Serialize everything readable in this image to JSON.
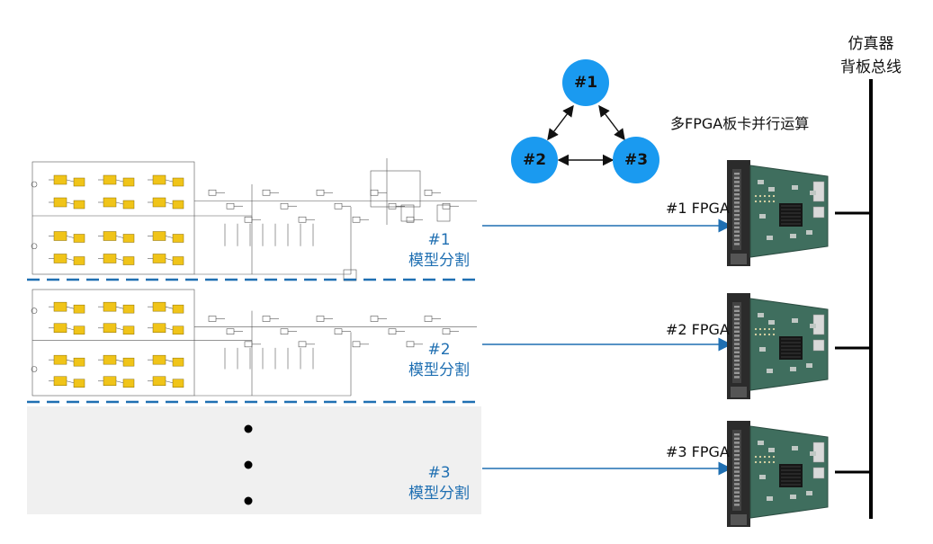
{
  "ring": {
    "title": "多FPGA板卡并行运算",
    "nodes": [
      "#1",
      "#2",
      "#3"
    ]
  },
  "partitions": [
    {
      "id": "#1",
      "label": "模型分割"
    },
    {
      "id": "#2",
      "label": "模型分割"
    },
    {
      "id": "#3",
      "label": "模型分割"
    }
  ],
  "fpga_boards": [
    {
      "label": "#1 FPGA"
    },
    {
      "label": "#2 FPGA"
    },
    {
      "label": "#3 FPGA"
    }
  ],
  "bus": {
    "line1": "仿真器",
    "line2": "背板总线"
  },
  "colors": {
    "node_fill": "#1a9af0",
    "arrow": "#1f6fb2",
    "dashed_divider": "#1f6fb2",
    "partition_text": "#1f6fb2",
    "pcb_green": "#3f6e5e",
    "circuit_block": "#f0c419"
  }
}
